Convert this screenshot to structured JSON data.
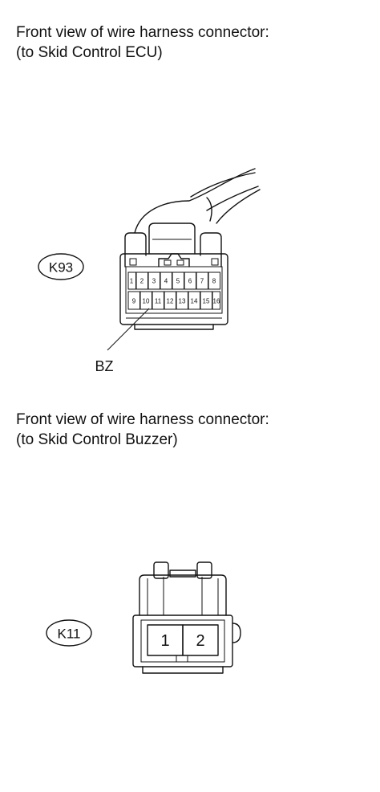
{
  "connectors": [
    {
      "code": "K93",
      "caption_line1": "Front view of wire harness connector:",
      "caption_line2": "(to Skid Control ECU)",
      "pins_top": [
        "1",
        "2",
        "3",
        "4",
        "5",
        "6",
        "7",
        "8"
      ],
      "pins_bottom": [
        "9",
        "10",
        "11",
        "12",
        "13",
        "14",
        "15",
        "16"
      ],
      "wire_label": "BZ"
    },
    {
      "code": "K11",
      "caption_line1": "Front view of wire harness connector:",
      "caption_line2": "(to Skid Control Buzzer)",
      "pins": [
        "1",
        "2"
      ]
    }
  ]
}
